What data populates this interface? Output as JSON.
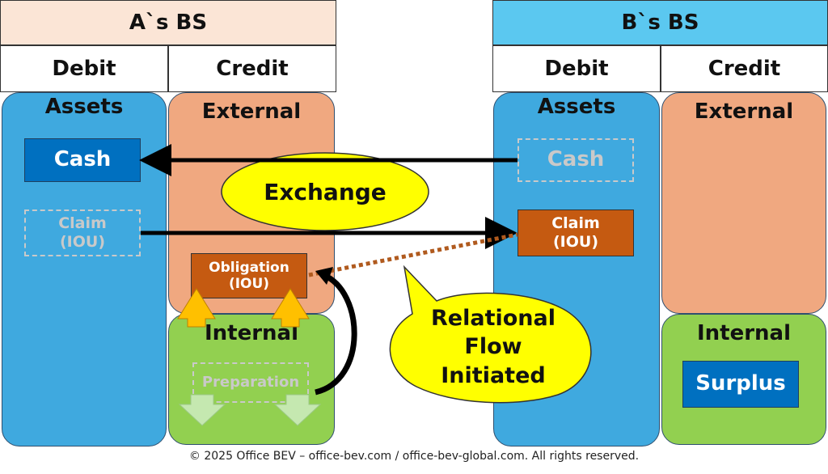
{
  "a_bs": {
    "title": "A`s BS",
    "debit": "Debit",
    "credit": "Credit",
    "assets": "Assets",
    "external": "External",
    "internal": "Internal",
    "cash": "Cash",
    "claim_line1": "Claim",
    "claim_line2": "(IOU)",
    "obligation_line1": "Obligation",
    "obligation_line2": "(IOU)",
    "preparation": "Preparation"
  },
  "b_bs": {
    "title": "B`s BS",
    "debit": "Debit",
    "credit": "Credit",
    "assets": "Assets",
    "external": "External",
    "internal": "Internal",
    "cash": "Cash",
    "claim_line1": "Claim",
    "claim_line2": "(IOU)",
    "surplus": "Surplus"
  },
  "callouts": {
    "exchange": "Exchange",
    "relational_line1": "Relational",
    "relational_line2": "Flow",
    "relational_line3": "Initiated"
  },
  "footer": "© 2025 Office BEV – office-bev.com / office-bev-global.com. All rights reserved.",
  "colors": {
    "a_header": "#fbe5d6",
    "b_header": "#5bc8f0",
    "assets": "#3fa9df",
    "external": "#f0a880",
    "internal": "#92d050",
    "cash_box": "#0070c0",
    "iou_box": "#c55a11",
    "callout": "#ffff00",
    "arrow_up": "#ffc000",
    "arrow_down": "#c5e8b0"
  }
}
